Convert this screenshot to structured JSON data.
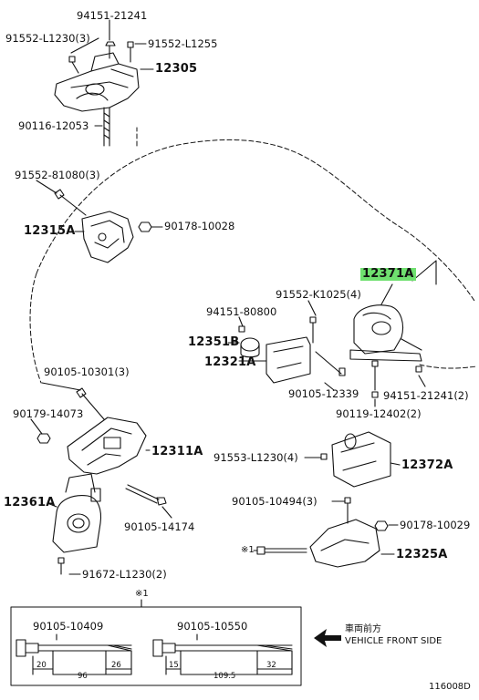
{
  "labels": {
    "p94151_21241_top": "94151-21241",
    "p91552_L1230_3_top": "91552-L1230(3)",
    "p91552_L1255": "91552-L1255",
    "p12305": "12305",
    "p90116_12053": "90116-12053",
    "p91552_81080_3": "91552-81080(3)",
    "p12315A": "12315A",
    "p90178_10028_top": "90178-10028",
    "p12371A": "12371A",
    "p91552_K1025_4": "91552-K1025(4)",
    "p94151_80800": "94151-80800",
    "p12351B": "12351B",
    "p12321A": "12321A",
    "p90105_12339": "90105-12339",
    "p94151_21241_2": "94151-21241(2)",
    "p90119_12402_2": "90119-12402(2)",
    "p90105_10301_3": "90105-10301(3)",
    "p90179_14073": "90179-14073",
    "p12311A": "12311A",
    "p91553_L1230_4": "91553-L1230(4)",
    "p12372A": "12372A",
    "p12361A": "12361A",
    "p90105_10494_3": "90105-10494(3)",
    "p90178_10029": "90178-10029",
    "p90105_14174": "90105-14174",
    "p12325A": "12325A",
    "p_star1": "※1",
    "p91672_L1230_2": "91672-L1230(2)"
  },
  "detail_box": {
    "marker": "※1",
    "bolt_left": {
      "part": "90105-10409",
      "dim_a": "20",
      "dim_total": "96",
      "dim_b": "26"
    },
    "bolt_right": {
      "part": "90105-10550",
      "dim_a": "15",
      "dim_total": "109.5",
      "dim_b": "32"
    }
  },
  "direction": {
    "jp": "車両前方",
    "en": "VEHICLE FRONT SIDE"
  },
  "diagram_code": "116008D",
  "highlight_color": "#6fe06f"
}
